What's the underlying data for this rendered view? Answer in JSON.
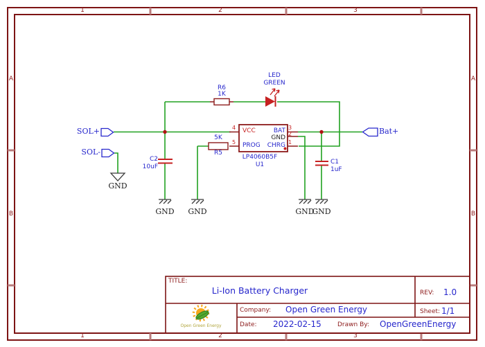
{
  "frame": {
    "columns": [
      "1",
      "2",
      "3"
    ],
    "rows": [
      "A",
      "B"
    ]
  },
  "schematic": {
    "ports": {
      "sol_plus": "SOL+",
      "sol_minus": "SOL-",
      "bat_plus": "Bat+"
    },
    "ground_label": "GND",
    "components": {
      "r6": {
        "ref": "R6",
        "value": "1K"
      },
      "r5": {
        "ref": "R5",
        "value": "5K"
      },
      "c2": {
        "ref": "C2",
        "value": "10uF"
      },
      "c1": {
        "ref": "C1",
        "value": "1uF"
      },
      "led": {
        "ref": "LED",
        "value": "GREEN"
      },
      "u1": {
        "ref": "U1",
        "part": "LP4060B5F",
        "pins": [
          {
            "num": "4",
            "name": "VCC"
          },
          {
            "num": "5",
            "name": "PROG"
          },
          {
            "num": "3",
            "name": "BAT"
          },
          {
            "num": "2",
            "name": "GND"
          },
          {
            "num": "1",
            "name": "CHRG"
          }
        ]
      }
    }
  },
  "title_block": {
    "title_label": "TITLE:",
    "title": "Li-Ion Battery Charger",
    "rev_label": "REV:",
    "rev": "1.0",
    "company_label": "Company:",
    "company": "Open Green Energy",
    "sheet_label": "Sheet:",
    "sheet": "1/1",
    "date_label": "Date:",
    "date": "2022-02-15",
    "drawn_by_label": "Drawn By:",
    "drawn_by": "OpenGreenEnergy",
    "logo_text": "Open Green Energy"
  },
  "colors": {
    "frame": "#7d1414",
    "wire_green": "#21a121",
    "component_red": "#8c1a1a",
    "accent_red": "#c62121",
    "label_blue": "#2626cc"
  }
}
